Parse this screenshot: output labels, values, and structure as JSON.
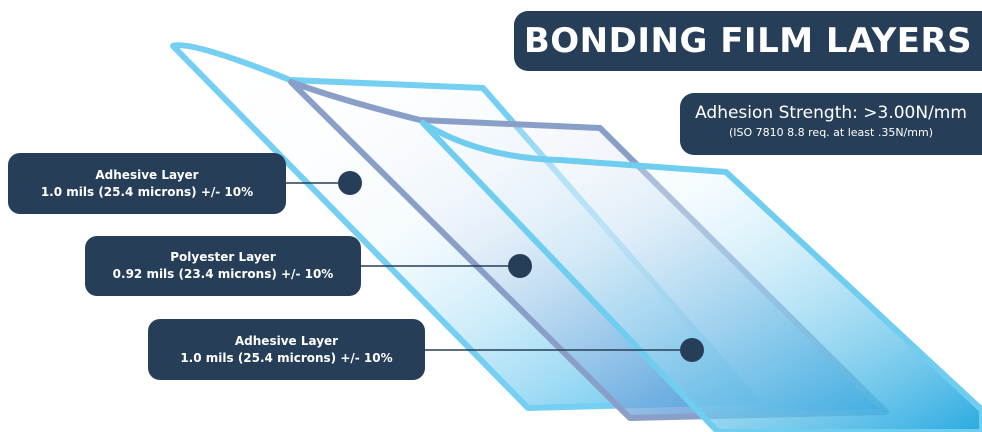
{
  "header": {
    "title": "BONDING FILM LAYERS"
  },
  "adhesion": {
    "strength": "Adhesion Strength: >3.00N/mm",
    "requirement": "(ISO 7810 8.8 req. at least .35N/mm)"
  },
  "layers": [
    {
      "name": "Adhesive Layer",
      "spec": "1.0 mils (25.4 microns) +/- 10%"
    },
    {
      "name": "Polyester Layer",
      "spec": "0.92 mils (23.4 microns) +/- 10%"
    },
    {
      "name": "Adhesive Layer",
      "spec": "1.0 mils (25.4 microns) +/- 10%"
    }
  ],
  "colors": {
    "label_fill": "#273e58",
    "adhesive_outline": "#6fcdf0",
    "polyester_outline": "#8a9fc8",
    "film_blue": "#2aa8e0"
  }
}
